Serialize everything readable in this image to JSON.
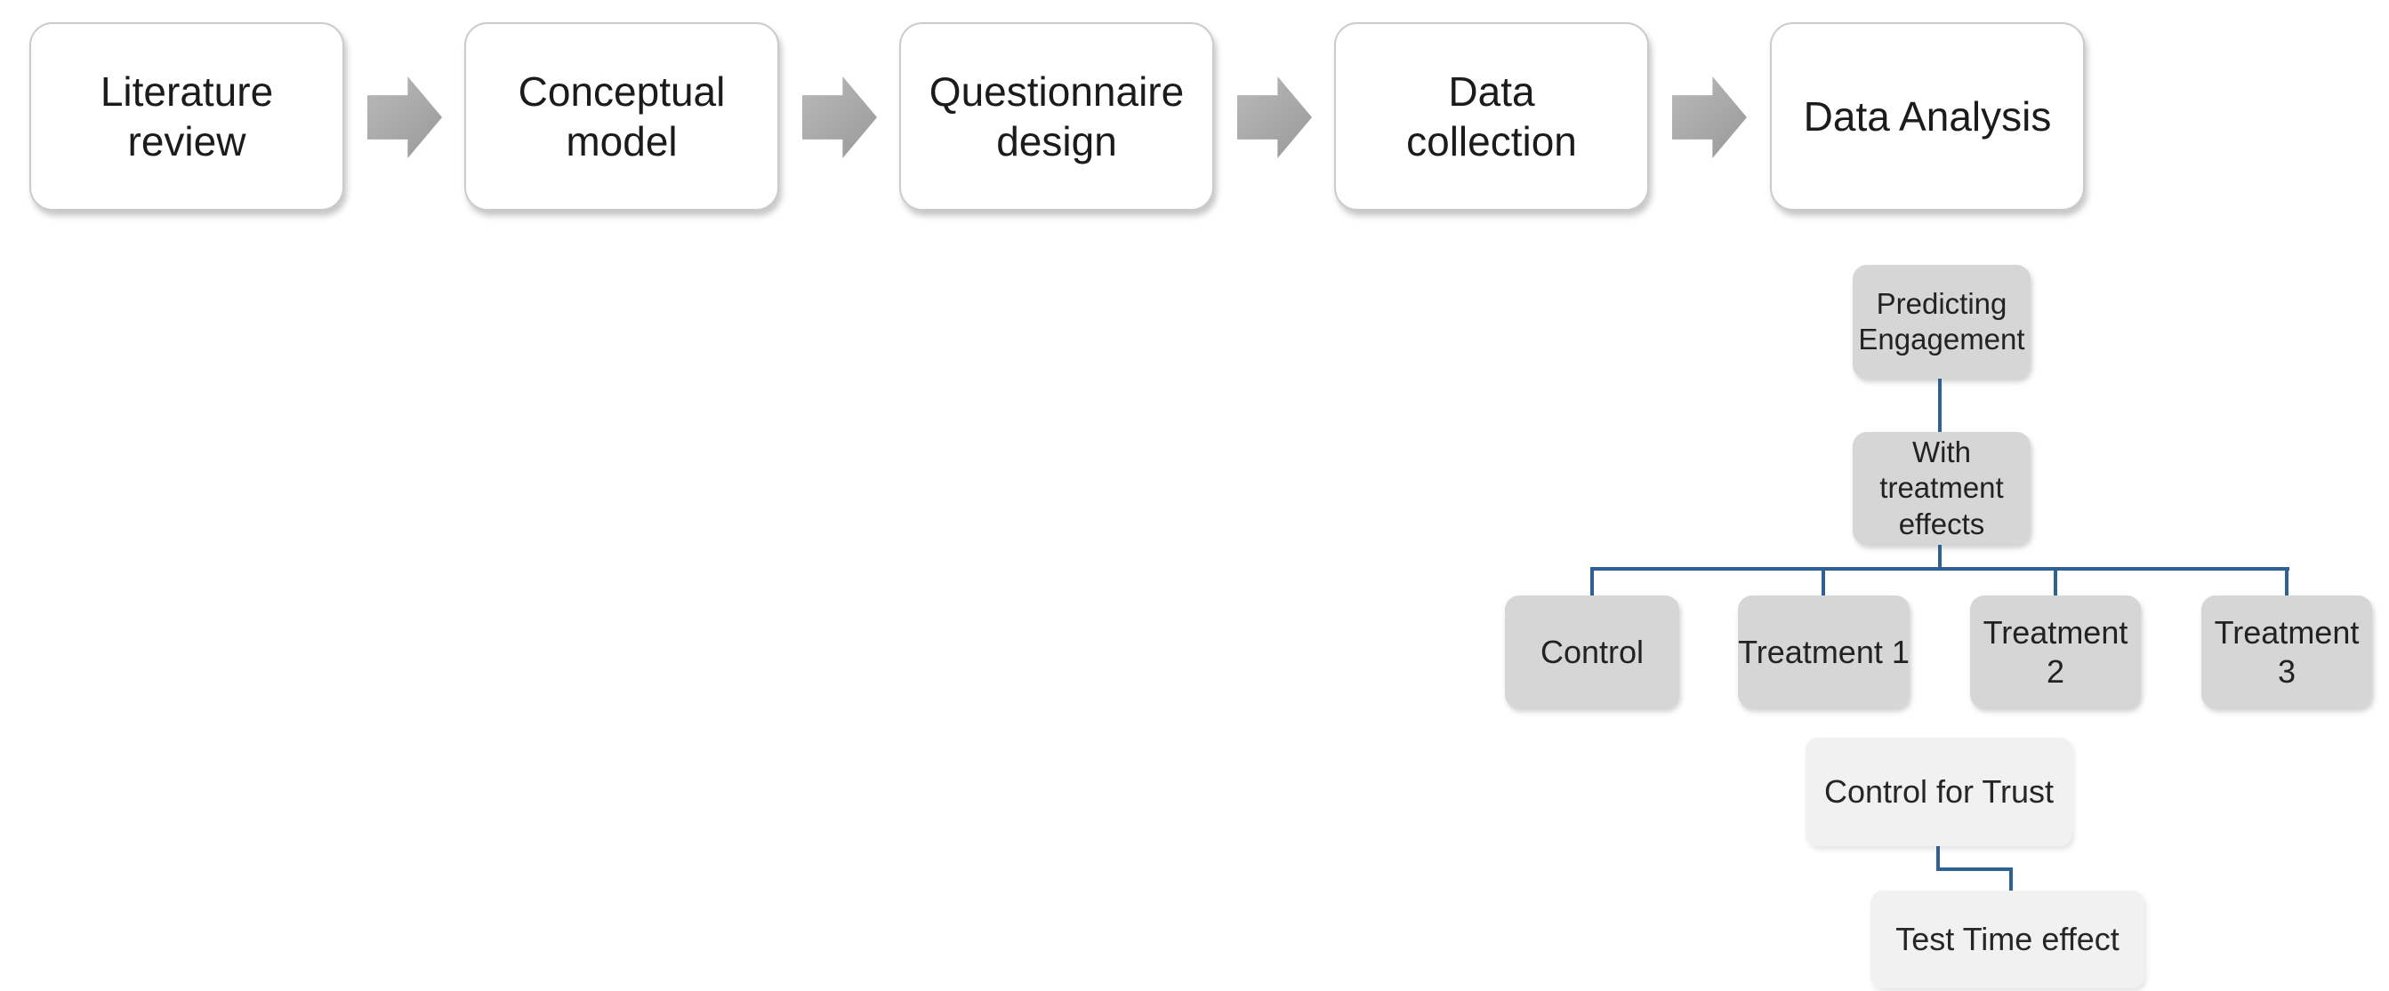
{
  "colors": {
    "connector_blue": "#2e6094",
    "arrow_gray": "#a8a8a8",
    "flow_box_fill": "#ffffff",
    "tree_box_fill": "#d6d6d6",
    "tree_box_light_fill": "#f1f1f2",
    "text_color": "#1b1b1b"
  },
  "flow": {
    "steps": [
      {
        "label": "Literature\nreview"
      },
      {
        "label": "Conceptual\nmodel"
      },
      {
        "label": "Questionnaire\ndesign"
      },
      {
        "label": "Data\ncollection"
      },
      {
        "label": "Data Analysis"
      }
    ]
  },
  "analysis_tree": {
    "root": {
      "label": "Predicting\nEngagement"
    },
    "level2": {
      "label": "With\ntreatment\neffects"
    },
    "groups": [
      {
        "label": "Control"
      },
      {
        "label": "Treatment 1"
      },
      {
        "label": "Treatment 2"
      },
      {
        "label": "Treatment 3"
      }
    ],
    "followups": [
      {
        "label": "Control for Trust"
      },
      {
        "label": "Test Time effect"
      }
    ]
  }
}
